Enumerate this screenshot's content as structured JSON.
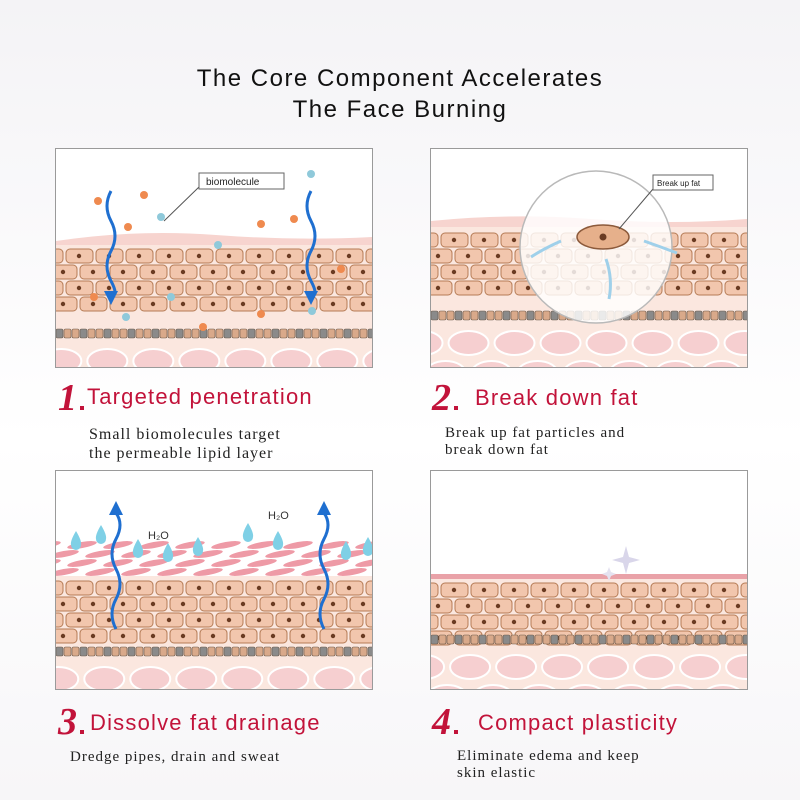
{
  "title_line1": "The Core Component Accelerates",
  "title_line2": "The Face Burning",
  "steps": [
    {
      "number": "1",
      "heading": "Targeted penetration",
      "desc_line1": "Small biomolecules target",
      "desc_line2": "the permeable lipid layer",
      "label": "biomolecule"
    },
    {
      "number": "2",
      "heading": "Break down fat",
      "desc_line1": "Break up fat particles and",
      "desc_line2": "break down fat",
      "label": "Break up fat"
    },
    {
      "number": "3",
      "heading": "Dissolve fat drainage",
      "desc_line1": "Dredge pipes, drain and sweat",
      "desc_line2": "",
      "label": "H₂O"
    },
    {
      "number": "4",
      "heading": "Compact plasticity",
      "desc_line1": "Eliminate edema and keep",
      "desc_line2": "skin elastic",
      "label": ""
    }
  ],
  "colors": {
    "accent": "#c2133a",
    "skin": "#f2c6ad",
    "cell_border": "#b57b55",
    "arrow": "#1f6fd0",
    "droplet": "#7fd0e6"
  },
  "icons": [
    "wavy-arrow-icon",
    "molecule-dot-icon",
    "water-droplet-icon",
    "sparkle-icon",
    "magnifier-circle-icon"
  ]
}
